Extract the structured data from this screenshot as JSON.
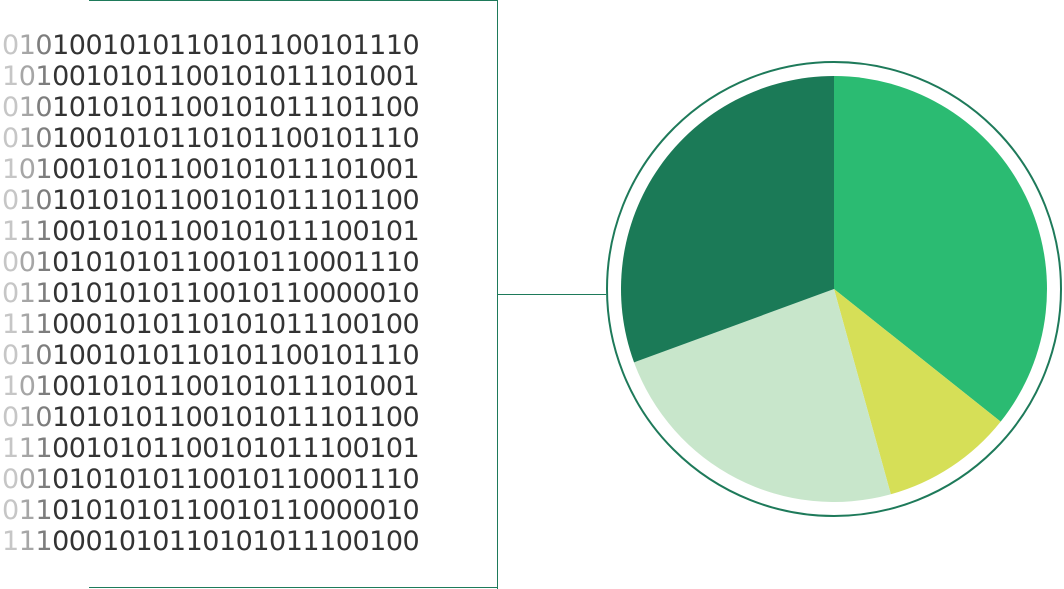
{
  "binary_rows": [
    "0101001010110101100101110",
    "1010010101100101011101001",
    "0101010101100101011101100",
    "0101001010110101100101110",
    "1010010101100101011101001",
    "0101010101100101011101100",
    "1110010101100101011100101",
    "0010101010110010110001110",
    "0110101010110010110000010",
    "1110001010110101011100100",
    "0101001010110101100101110",
    "1010010101100101011101001",
    "0101010101100101011101100",
    "1110010101100101011100101",
    "0010101010110010110001110",
    "0110101010110010110000010",
    "1110001010110101011100100"
  ],
  "pie": {
    "slices": [
      {
        "share": 0.357,
        "color": "#2bbb72"
      },
      {
        "share": 0.1,
        "color": "#d6df57"
      },
      {
        "share": 0.237,
        "color": "#c8e6cb"
      },
      {
        "share": 0.306,
        "color": "#1b7a57"
      }
    ],
    "ring_color": "#1e7a5a"
  }
}
